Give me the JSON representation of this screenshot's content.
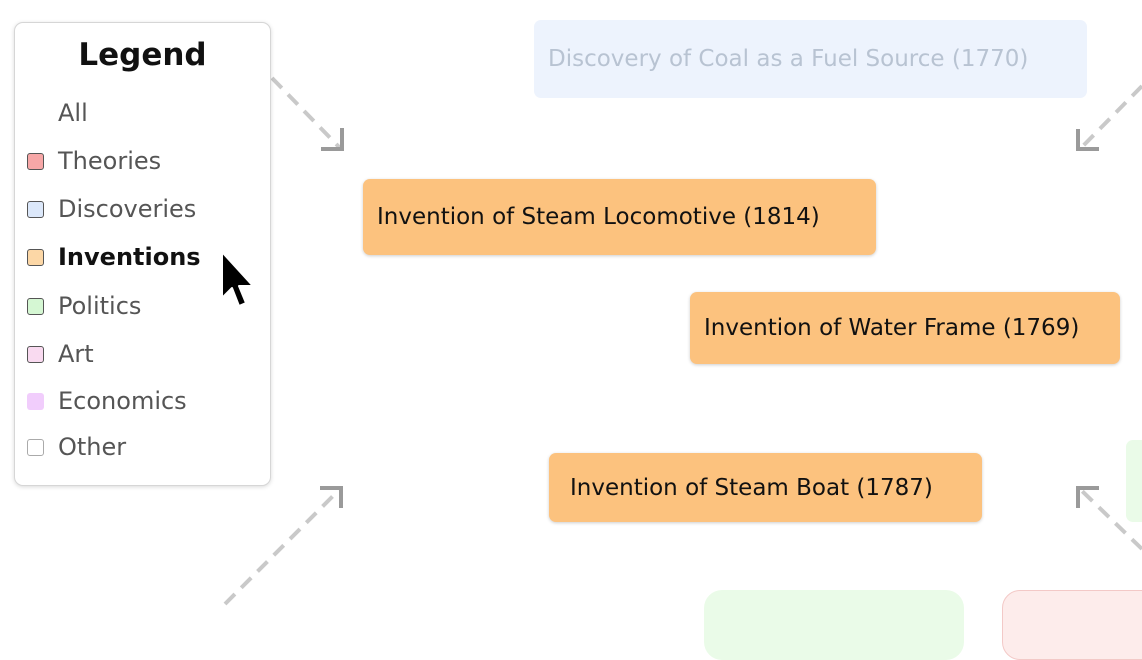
{
  "legend": {
    "title": "Legend",
    "items": [
      {
        "label": "All",
        "color": "none"
      },
      {
        "label": "Theories",
        "color": "#f7a7a7"
      },
      {
        "label": "Discoveries",
        "color": "#dce8fa"
      },
      {
        "label": "Inventions",
        "color": "#fcd7a6",
        "active": true
      },
      {
        "label": "Politics",
        "color": "#d5f7d3"
      },
      {
        "label": "Art",
        "color": "#f9daf0"
      },
      {
        "label": "Economics",
        "color": "#f1cdfc"
      },
      {
        "label": "Other",
        "color": "#ffffff"
      }
    ]
  },
  "events": {
    "coal": "Discovery of Coal as a Fuel Source (1770)",
    "locomotive": "Invention of Steam Locomotive (1814)",
    "water_frame": "Invention of Water Frame (1769)",
    "steam_boat": "Invention of Steam Boat (1787)"
  },
  "colors": {
    "invention": "#fcc27e",
    "discovery_faded": "#edf3fd",
    "politics_faded": "#eafbe8",
    "theory_faded": "#fdeceb",
    "arrow": "#9a9a9a"
  }
}
